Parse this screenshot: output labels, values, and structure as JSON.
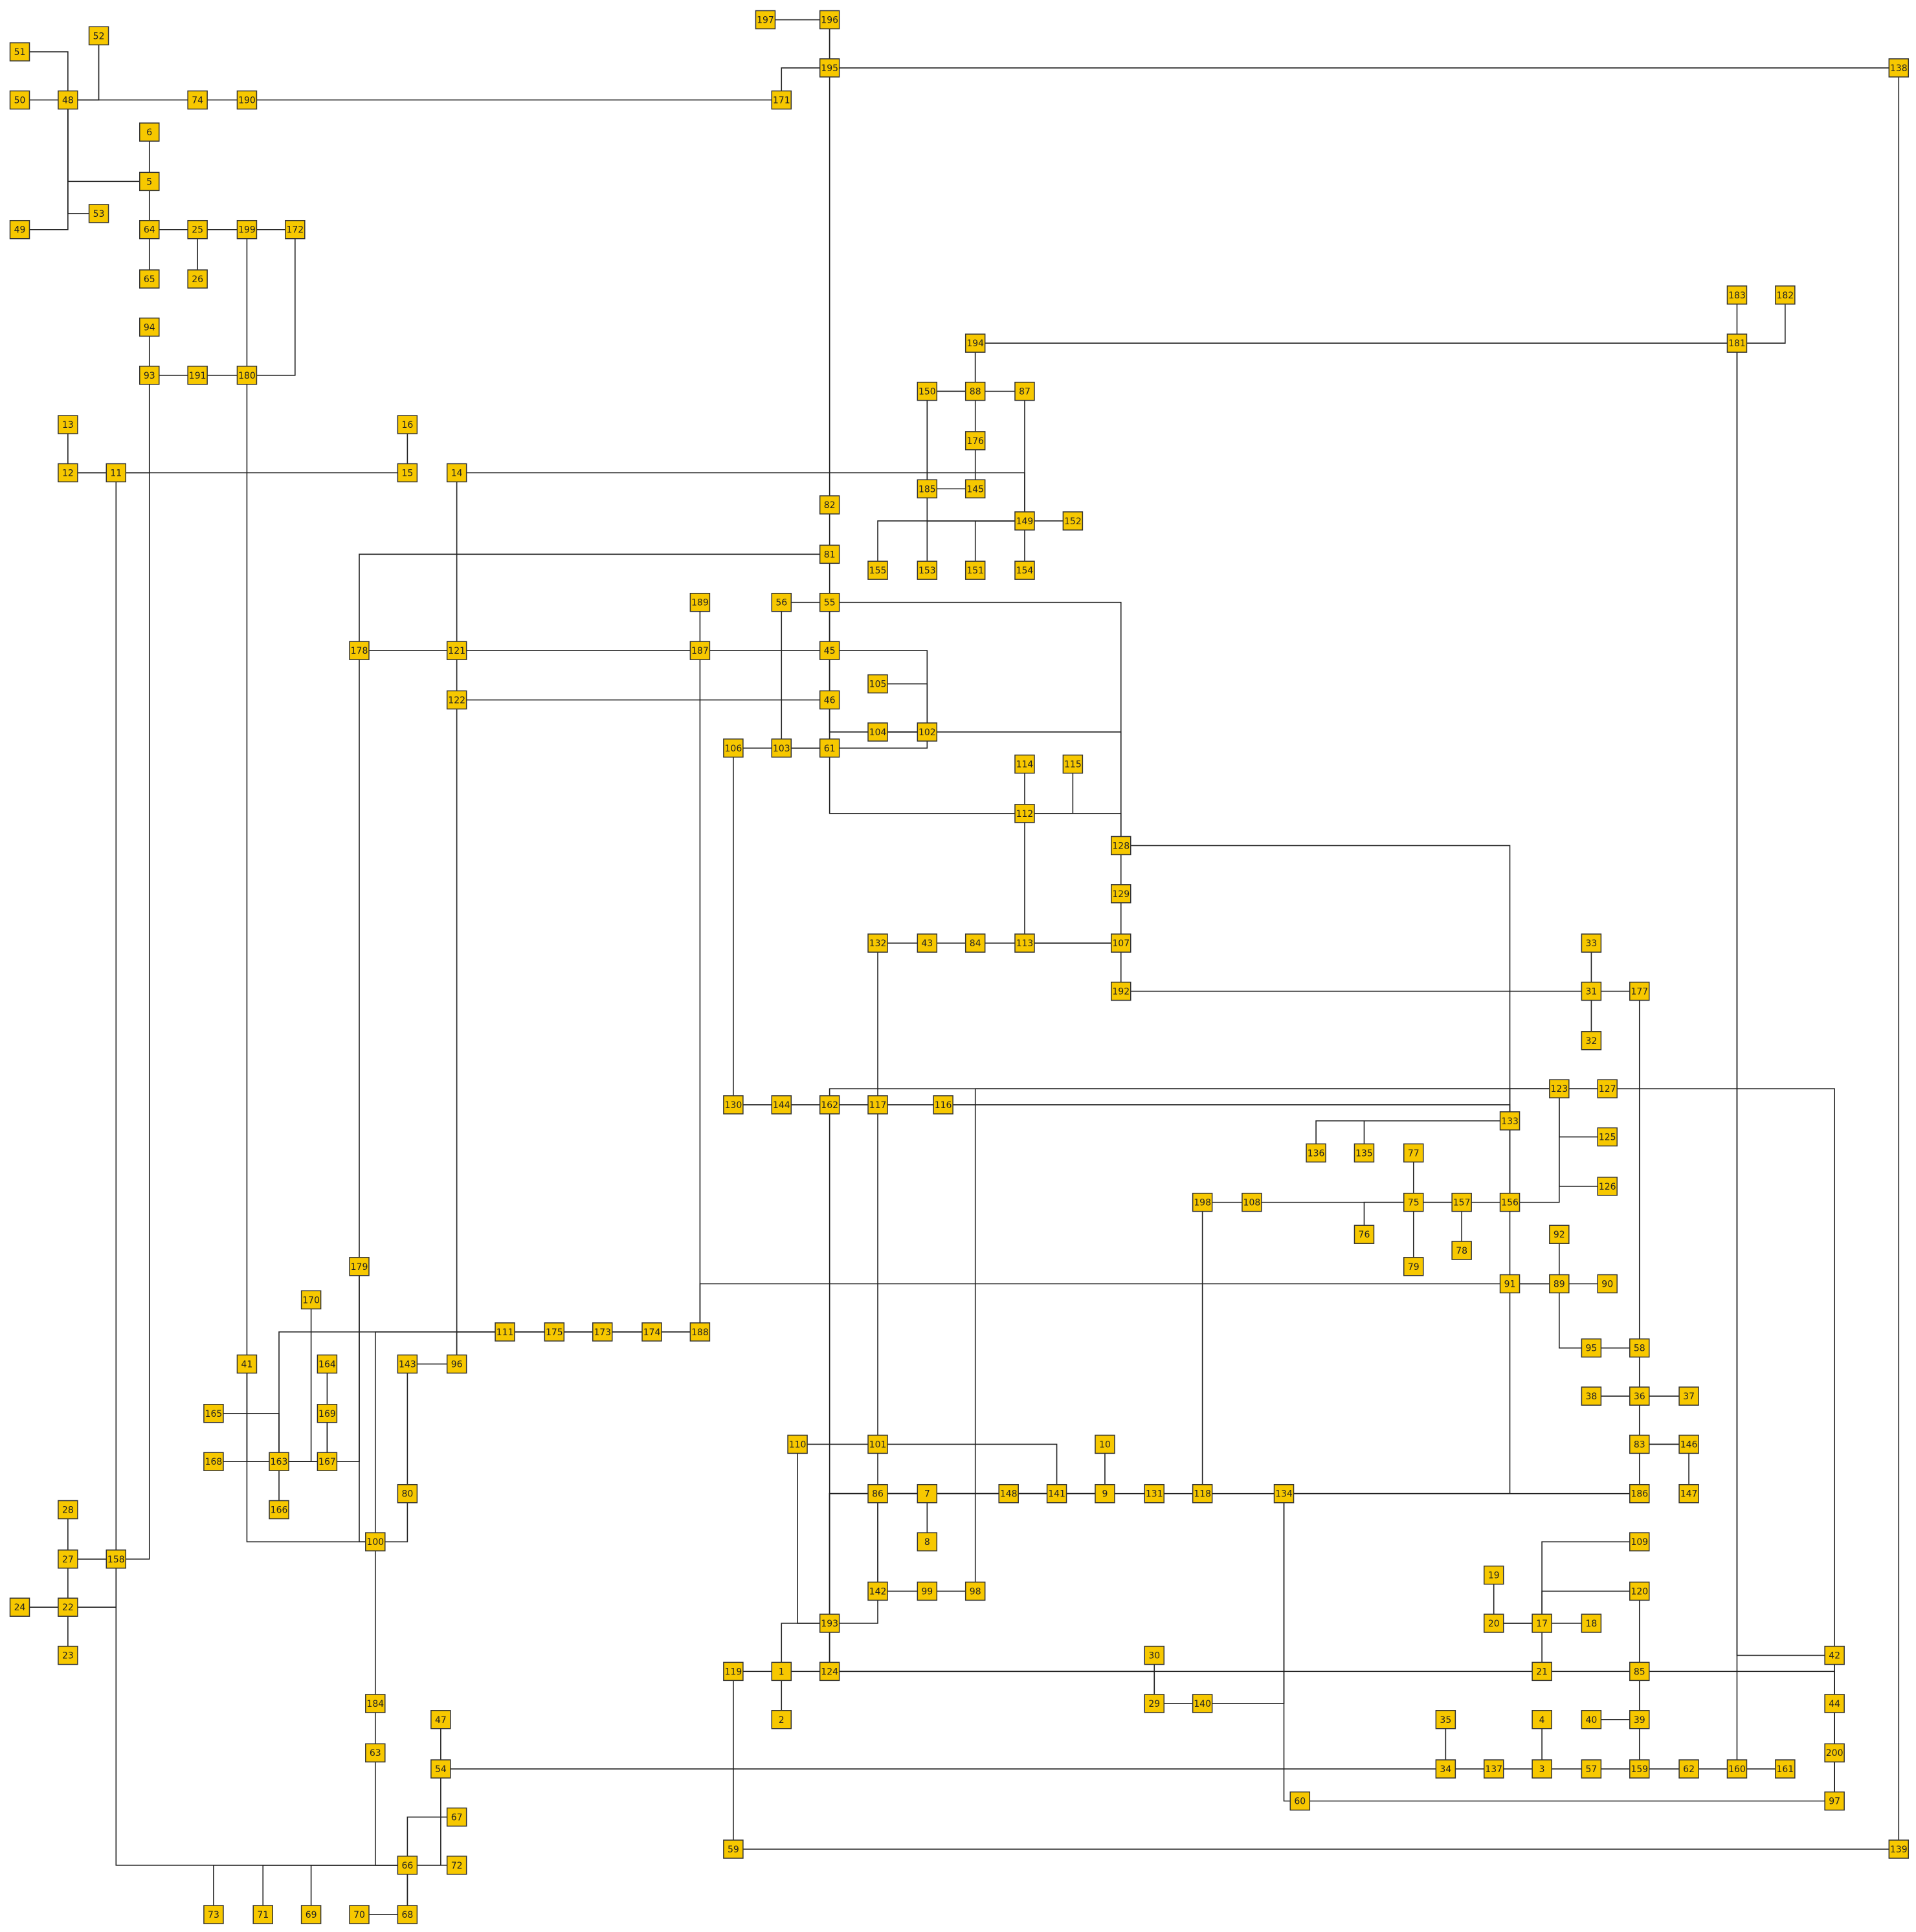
{
  "colors": {
    "node_fill": "#f7c800",
    "node_border": "#333333",
    "edge": "#222222",
    "background": "#ffffff"
  },
  "nodes": {
    "1": "1",
    "2": "2",
    "3": "3",
    "4": "4",
    "5": "5",
    "6": "6",
    "7": "7",
    "8": "8",
    "9": "9",
    "10": "10",
    "11": "11",
    "12": "12",
    "13": "13",
    "14": "14",
    "15": "15",
    "16": "16",
    "17": "17",
    "18": "18",
    "19": "19",
    "20": "20",
    "21": "21",
    "22": "22",
    "23": "23",
    "24": "24",
    "25": "25",
    "26": "26",
    "27": "27",
    "28": "28",
    "29": "29",
    "30": "30",
    "31": "31",
    "32": "32",
    "33": "33",
    "34": "34",
    "35": "35",
    "36": "36",
    "37": "37",
    "38": "38",
    "39": "39",
    "40": "40",
    "41": "41",
    "42": "42",
    "43": "43",
    "44": "44",
    "45": "45",
    "46": "46",
    "47": "47",
    "48": "48",
    "49": "49",
    "50": "50",
    "51": "51",
    "52": "52",
    "53": "53",
    "54": "54",
    "55": "55",
    "56": "56",
    "57": "57",
    "58": "58",
    "59": "59",
    "60": "60",
    "61": "61",
    "62": "62",
    "63": "63",
    "64": "64",
    "65": "65",
    "66": "66",
    "67": "67",
    "68": "68",
    "69": "69",
    "70": "70",
    "71": "71",
    "72": "72",
    "73": "73",
    "74": "74",
    "75": "75",
    "76": "76",
    "77": "77",
    "78": "78",
    "79": "79",
    "80": "80",
    "81": "81",
    "82": "82",
    "83": "83",
    "84": "84",
    "85": "85",
    "86": "86",
    "87": "87",
    "88": "88",
    "89": "89",
    "90": "90",
    "91": "91",
    "92": "92",
    "93": "93",
    "94": "94",
    "95": "95",
    "96": "96",
    "97": "97",
    "98": "98",
    "99": "99",
    "100": "100",
    "101": "101",
    "102": "102",
    "103": "103",
    "104": "104",
    "105": "105",
    "106": "106",
    "107": "107",
    "108": "108",
    "109": "109",
    "110": "110",
    "111": "111",
    "112": "112",
    "113": "113",
    "114": "114",
    "115": "115",
    "116": "116",
    "117": "117",
    "118": "118",
    "119": "119",
    "120": "120",
    "121": "121",
    "122": "122",
    "123": "123",
    "124": "124",
    "125": "125",
    "126": "126",
    "127": "127",
    "128": "128",
    "129": "129",
    "130": "130",
    "131": "131",
    "132": "132",
    "133": "133",
    "134": "134",
    "135": "135",
    "136": "136",
    "137": "137",
    "138": "138",
    "139": "139",
    "140": "140",
    "141": "141",
    "142": "142",
    "143": "143",
    "144": "144",
    "145": "145",
    "146": "146",
    "147": "147",
    "148": "148",
    "149": "149",
    "150": "150",
    "151": "151",
    "152": "152",
    "153": "153",
    "154": "154",
    "155": "155",
    "156": "156",
    "157": "157",
    "158": "158",
    "159": "159",
    "160": "160",
    "161": "161",
    "162": "162",
    "163": "163",
    "164": "164",
    "165": "165",
    "166": "166",
    "167": "167",
    "168": "168",
    "169": "169",
    "170": "170",
    "171": "171",
    "172": "172",
    "173": "173",
    "174": "174",
    "175": "175",
    "176": "176",
    "177": "177",
    "178": "178",
    "179": "179",
    "180": "180",
    "181": "181",
    "182": "182",
    "183": "183",
    "184": "184",
    "185": "185",
    "186": "186",
    "187": "187",
    "188": "188",
    "189": "189",
    "190": "190",
    "191": "191",
    "192": "192",
    "193": "193",
    "194": "194",
    "195": "195",
    "196": "196",
    "197": "197",
    "198": "198",
    "199": "199",
    "200": "200"
  },
  "edges": [
    [
      "51",
      "48"
    ],
    [
      "52",
      "48"
    ],
    [
      "50",
      "48"
    ],
    [
      "48",
      "74"
    ],
    [
      "74",
      "190"
    ],
    [
      "190",
      "171"
    ],
    [
      "48",
      "5"
    ],
    [
      "48",
      "53"
    ],
    [
      "48",
      "49"
    ],
    [
      "6",
      "5"
    ],
    [
      "5",
      "64"
    ],
    [
      "64",
      "65"
    ],
    [
      "64",
      "25"
    ],
    [
      "25",
      "26"
    ],
    [
      "25",
      "199"
    ],
    [
      "199",
      "172"
    ],
    [
      "199",
      "180"
    ],
    [
      "172",
      "180"
    ],
    [
      "94",
      "93"
    ],
    [
      "93",
      "191"
    ],
    [
      "191",
      "180"
    ],
    [
      "93",
      "11"
    ],
    [
      "93",
      "27"
    ],
    [
      "13",
      "11"
    ],
    [
      "12",
      "11"
    ],
    [
      "11",
      "15"
    ],
    [
      "16",
      "15"
    ],
    [
      "11",
      "158"
    ],
    [
      "14",
      "149"
    ],
    [
      "14",
      "121"
    ],
    [
      "197",
      "195"
    ],
    [
      "196",
      "195"
    ],
    [
      "195",
      "171"
    ],
    [
      "195",
      "138"
    ],
    [
      "195",
      "82"
    ],
    [
      "138",
      "139"
    ],
    [
      "82",
      "81"
    ],
    [
      "81",
      "55"
    ],
    [
      "81",
      "178"
    ],
    [
      "56",
      "55"
    ],
    [
      "55",
      "45"
    ],
    [
      "55",
      "102"
    ],
    [
      "55",
      "112"
    ],
    [
      "55",
      "128"
    ],
    [
      "56",
      "103"
    ],
    [
      "178",
      "121"
    ],
    [
      "121",
      "187"
    ],
    [
      "187",
      "45"
    ],
    [
      "189",
      "187"
    ],
    [
      "45",
      "46"
    ],
    [
      "45",
      "102"
    ],
    [
      "122",
      "46"
    ],
    [
      "121",
      "122"
    ],
    [
      "46",
      "61"
    ],
    [
      "103",
      "61"
    ],
    [
      "106",
      "103"
    ],
    [
      "103",
      "102"
    ],
    [
      "105",
      "102"
    ],
    [
      "104",
      "102"
    ],
    [
      "102",
      "128"
    ],
    [
      "114",
      "112"
    ],
    [
      "115",
      "112"
    ],
    [
      "112",
      "128"
    ],
    [
      "112",
      "113"
    ],
    [
      "128",
      "129"
    ],
    [
      "129",
      "107"
    ],
    [
      "128",
      "133"
    ],
    [
      "132",
      "43"
    ],
    [
      "43",
      "84"
    ],
    [
      "84",
      "113"
    ],
    [
      "113",
      "107"
    ],
    [
      "113",
      "192"
    ],
    [
      "192",
      "31"
    ],
    [
      "33",
      "31"
    ],
    [
      "31",
      "32"
    ],
    [
      "31",
      "177"
    ],
    [
      "177",
      "58"
    ],
    [
      "177",
      "146"
    ],
    [
      "194",
      "150"
    ],
    [
      "194",
      "88"
    ],
    [
      "194",
      "181"
    ],
    [
      "183",
      "181"
    ],
    [
      "182",
      "181"
    ],
    [
      "181",
      "160"
    ],
    [
      "181",
      "42"
    ],
    [
      "150",
      "88"
    ],
    [
      "88",
      "87"
    ],
    [
      "88",
      "176"
    ],
    [
      "176",
      "145"
    ],
    [
      "185",
      "145"
    ],
    [
      "150",
      "185"
    ],
    [
      "150",
      "149"
    ],
    [
      "87",
      "149"
    ],
    [
      "149",
      "152"
    ],
    [
      "149",
      "154"
    ],
    [
      "149",
      "151"
    ],
    [
      "149",
      "153"
    ],
    [
      "149",
      "155"
    ],
    [
      "106",
      "130"
    ],
    [
      "130",
      "144"
    ],
    [
      "144",
      "162"
    ],
    [
      "162",
      "117"
    ],
    [
      "117",
      "116"
    ],
    [
      "132",
      "117"
    ],
    [
      "116",
      "133"
    ],
    [
      "117",
      "101"
    ],
    [
      "123",
      "127"
    ],
    [
      "123",
      "125"
    ],
    [
      "123",
      "126"
    ],
    [
      "123",
      "156"
    ],
    [
      "123",
      "133"
    ],
    [
      "123",
      "98"
    ],
    [
      "123",
      "124"
    ],
    [
      "133",
      "136"
    ],
    [
      "133",
      "135"
    ],
    [
      "133",
      "134"
    ],
    [
      "133",
      "156"
    ],
    [
      "198",
      "108"
    ],
    [
      "108",
      "75"
    ],
    [
      "198",
      "118"
    ],
    [
      "77",
      "75"
    ],
    [
      "75",
      "157"
    ],
    [
      "157",
      "156"
    ],
    [
      "75",
      "76"
    ],
    [
      "75",
      "79"
    ],
    [
      "75",
      "78"
    ],
    [
      "92",
      "89"
    ],
    [
      "91",
      "89"
    ],
    [
      "89",
      "90"
    ],
    [
      "89",
      "95"
    ],
    [
      "89",
      "188"
    ],
    [
      "95",
      "58"
    ],
    [
      "58",
      "36"
    ],
    [
      "38",
      "36"
    ],
    [
      "36",
      "37"
    ],
    [
      "36",
      "83"
    ],
    [
      "83",
      "146"
    ],
    [
      "146",
      "147"
    ],
    [
      "83",
      "186"
    ],
    [
      "179",
      "163"
    ],
    [
      "179",
      "100"
    ],
    [
      "170",
      "163"
    ],
    [
      "41",
      "163"
    ],
    [
      "164",
      "163"
    ],
    [
      "165",
      "163"
    ],
    [
      "169",
      "163"
    ],
    [
      "168",
      "163"
    ],
    [
      "163",
      "167"
    ],
    [
      "163",
      "166"
    ],
    [
      "111",
      "175"
    ],
    [
      "175",
      "173"
    ],
    [
      "173",
      "174"
    ],
    [
      "174",
      "188"
    ],
    [
      "111",
      "163"
    ],
    [
      "174",
      "100"
    ],
    [
      "187",
      "188"
    ],
    [
      "188",
      "96"
    ],
    [
      "143",
      "96"
    ],
    [
      "143",
      "80"
    ],
    [
      "122",
      "96"
    ],
    [
      "41",
      "100"
    ],
    [
      "80",
      "100"
    ],
    [
      "180",
      "41"
    ],
    [
      "178",
      "179"
    ],
    [
      "100",
      "184"
    ],
    [
      "184",
      "63"
    ],
    [
      "63",
      "66"
    ],
    [
      "47",
      "54"
    ],
    [
      "54",
      "66"
    ],
    [
      "54",
      "34"
    ],
    [
      "67",
      "66"
    ],
    [
      "66",
      "72"
    ],
    [
      "66",
      "68"
    ],
    [
      "66",
      "70"
    ],
    [
      "66",
      "69"
    ],
    [
      "66",
      "71"
    ],
    [
      "66",
      "73"
    ],
    [
      "158",
      "66"
    ],
    [
      "28",
      "27"
    ],
    [
      "27",
      "158"
    ],
    [
      "27",
      "22"
    ],
    [
      "24",
      "22"
    ],
    [
      "22",
      "23"
    ],
    [
      "22",
      "158"
    ],
    [
      "110",
      "101"
    ],
    [
      "110",
      "193"
    ],
    [
      "101",
      "7"
    ],
    [
      "101",
      "141"
    ],
    [
      "86",
      "7"
    ],
    [
      "7",
      "148"
    ],
    [
      "7",
      "8"
    ],
    [
      "148",
      "141"
    ],
    [
      "141",
      "9"
    ],
    [
      "10",
      "9"
    ],
    [
      "9",
      "131"
    ],
    [
      "131",
      "118"
    ],
    [
      "118",
      "134"
    ],
    [
      "134",
      "186"
    ],
    [
      "134",
      "60"
    ],
    [
      "134",
      "140"
    ],
    [
      "86",
      "142"
    ],
    [
      "86",
      "193"
    ],
    [
      "142",
      "99"
    ],
    [
      "99",
      "98"
    ],
    [
      "141",
      "193"
    ],
    [
      "9",
      "193"
    ],
    [
      "9",
      "124"
    ],
    [
      "193",
      "124"
    ],
    [
      "193",
      "1"
    ],
    [
      "119",
      "1"
    ],
    [
      "1",
      "124"
    ],
    [
      "1",
      "2"
    ],
    [
      "124",
      "29"
    ],
    [
      "30",
      "29"
    ],
    [
      "29",
      "140"
    ],
    [
      "119",
      "59"
    ],
    [
      "59",
      "139"
    ],
    [
      "109",
      "17"
    ],
    [
      "19",
      "17"
    ],
    [
      "120",
      "17"
    ],
    [
      "20",
      "17"
    ],
    [
      "17",
      "18"
    ],
    [
      "17",
      "21"
    ],
    [
      "120",
      "85"
    ],
    [
      "85",
      "39"
    ],
    [
      "40",
      "39"
    ],
    [
      "39",
      "159"
    ],
    [
      "35",
      "34"
    ],
    [
      "34",
      "137"
    ],
    [
      "137",
      "3"
    ],
    [
      "4",
      "3"
    ],
    [
      "3",
      "57"
    ],
    [
      "57",
      "159"
    ],
    [
      "159",
      "62"
    ],
    [
      "62",
      "160"
    ],
    [
      "160",
      "161"
    ],
    [
      "42",
      "44"
    ],
    [
      "44",
      "200"
    ],
    [
      "200",
      "97"
    ],
    [
      "60",
      "97"
    ],
    [
      "97",
      "123"
    ],
    [
      "124",
      "97"
    ]
  ]
}
